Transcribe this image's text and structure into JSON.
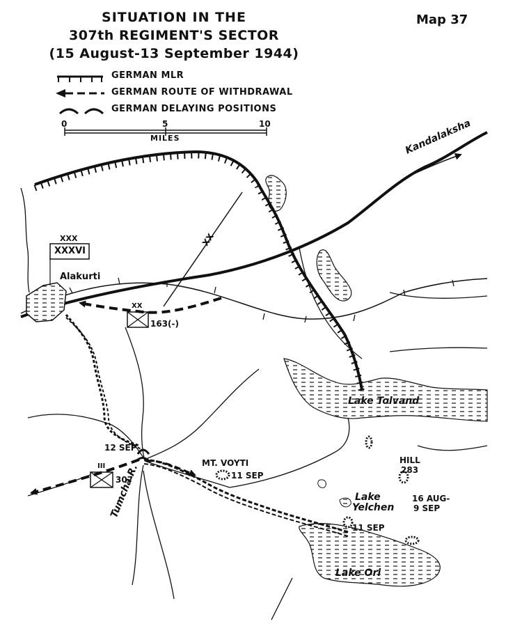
{
  "map_number": "Map 37",
  "title": {
    "line1": "SITUATION IN THE",
    "line2": "307th REGIMENT'S SECTOR",
    "line3": "(15 August-13 September 1944)"
  },
  "legend": {
    "mlr": "GERMAN MLR",
    "withdrawal": "GERMAN ROUTE OF WITHDRAWAL",
    "delaying": "GERMAN DELAYING POSITIONS"
  },
  "scale": {
    "ticks": [
      "0",
      "5",
      "10"
    ],
    "unit": "MILES"
  },
  "places": {
    "alakurti": "Alakurti",
    "kandalaksha": "Kandalaksha",
    "lake_tolvand": "Lake Tolvand",
    "lake_yelchen_1": "Lake",
    "lake_yelchen_2": "Yelchen",
    "lake_ori": "Lake Ori",
    "tumcha": "Tumcha R.",
    "mt_voyti": "MT. VOYTI",
    "hill_1": "HILL",
    "hill_2": "283"
  },
  "units": {
    "corps_echelon": "XXX",
    "corps_number": "XXXVI",
    "boundary": "XX",
    "div_echelon": "XX",
    "div_number": "163(-)",
    "reg_echelon": "III",
    "reg_number": "307"
  },
  "dates": {
    "sep12": "12 SEP",
    "sep11_voyti": "11 SEP",
    "sep11_yelchen": "11 SEP",
    "hill_1": "16 AUG-",
    "hill_2": "9 SEP"
  },
  "colors": {
    "ink": "#111111",
    "paper": "#ffffff"
  }
}
